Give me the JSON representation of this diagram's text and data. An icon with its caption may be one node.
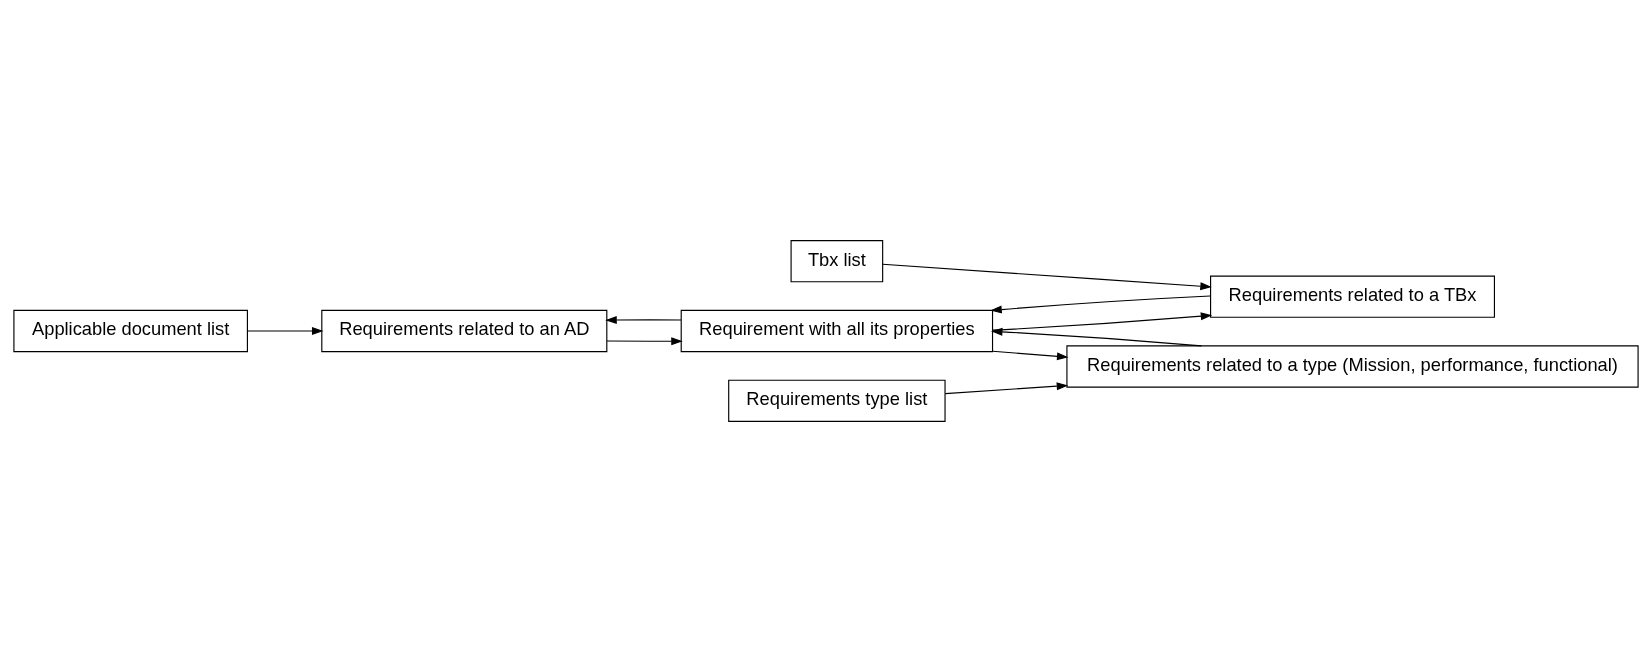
{
  "diagram": {
    "nodes": [
      {
        "text": [
          "Requirements related to an AD"
        ]
      },
      {
        "text": [
          "Applicable document list"
        ]
      },
      {
        "text": [
          "Tbx list"
        ]
      },
      {
        "text": [
          "Requirements related to a TBx"
        ]
      },
      {
        "text": [
          "Requirements type list"
        ]
      },
      {
        "text": [
          "Requirement with all its properties"
        ]
      },
      {
        "text": [
          "Requirements related to a type (Mission, performance, functional)"
        ]
      }
    ],
    "edges": [
      {
        "from": 1,
        "to": 0,
        "arrow": "to"
      },
      {
        "from": 2,
        "to": 3,
        "arrow": "to"
      },
      {
        "from": 0,
        "to": 5,
        "arrow": "to"
      },
      {
        "from": 3,
        "to": 5,
        "arrow": "to"
      },
      {
        "from": 5,
        "to": 0,
        "arrow": "to"
      },
      {
        "from": 5,
        "to": 3,
        "arrow": "to"
      },
      {
        "from": 4,
        "to": 6,
        "arrow": "to"
      },
      {
        "from": 6,
        "to": 5,
        "arrow": "to"
      },
      {
        "from": 5,
        "to": 6,
        "arrow": "to"
      }
    ]
  }
}
